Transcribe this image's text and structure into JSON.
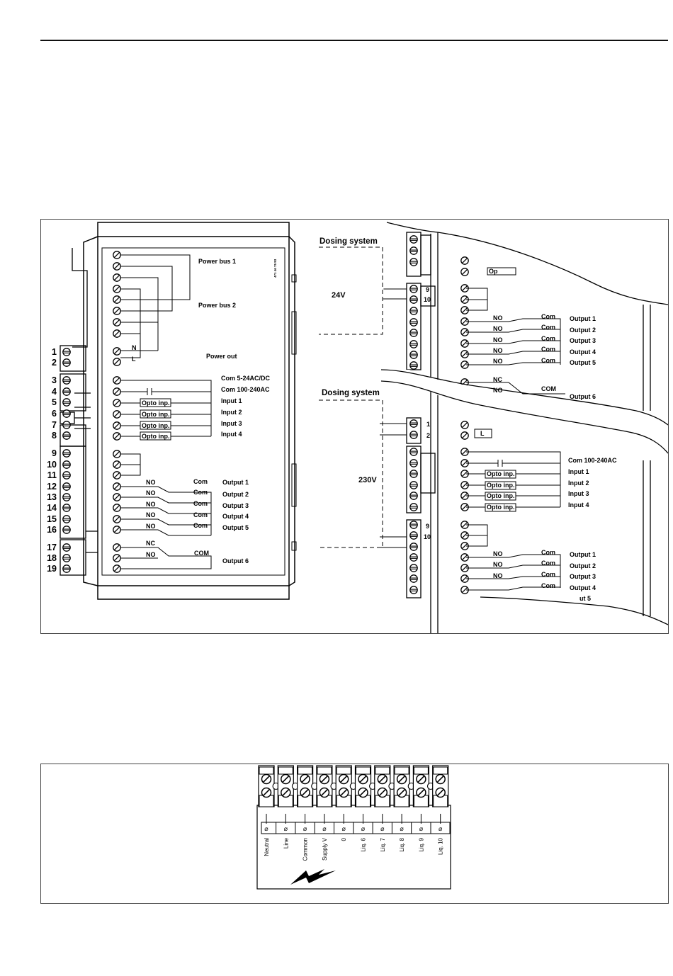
{
  "figure1": {
    "left_terminals": [
      "1",
      "2",
      "3",
      "4",
      "5",
      "6",
      "7",
      "8",
      "9",
      "10",
      "11",
      "12",
      "13",
      "14",
      "15",
      "16",
      "17",
      "18",
      "19"
    ],
    "unit": {
      "part_number": "471 46 75 93",
      "power_bus_1": "Power bus 1",
      "power_bus_2": "Power bus 2",
      "n": "N",
      "l": "L",
      "power_out": "Power out",
      "com_low": "Com 5-24AC/DC",
      "com_high": "Com 100-240AC",
      "opto": "Opto inp.",
      "inputs": [
        "Input 1",
        "Input 2",
        "Input 3",
        "Input 4"
      ],
      "no": "NO",
      "nc": "NC",
      "com": "Com",
      "com_caps": "COM",
      "outputs": [
        "Output 1",
        "Output 2",
        "Output 3",
        "Output 4",
        "Output 5",
        "Output 6"
      ]
    },
    "top_detail": {
      "title": "Dosing system",
      "voltage": "24V",
      "pins": [
        "9",
        "10"
      ],
      "opto_cut": "Op",
      "outputs": [
        "Output 1",
        "Output 2",
        "Output 3",
        "Output 4",
        "Output 5",
        "Output 6"
      ]
    },
    "bottom_detail": {
      "title": "Dosing system",
      "voltage": "230V",
      "pins_top": [
        "1",
        "2"
      ],
      "l": "L",
      "pins_bottom": [
        "9",
        "10"
      ],
      "com_high": "Com 100-240AC",
      "inputs": [
        "Input 1",
        "Input 2",
        "Input 3",
        "Input 4"
      ],
      "outputs": [
        "Output 1",
        "Output 2",
        "Output 3",
        "Output 4"
      ],
      "output5_cut": "ut 5"
    }
  },
  "figure2": {
    "labels": [
      "Neutral",
      "Line",
      "Common",
      "Supply V",
      "0",
      "Liq. 6",
      "Liq. 7",
      "Liq. 8",
      "Liq. 9",
      "Liq. 10"
    ],
    "icon": "high-voltage-lightning-icon"
  }
}
